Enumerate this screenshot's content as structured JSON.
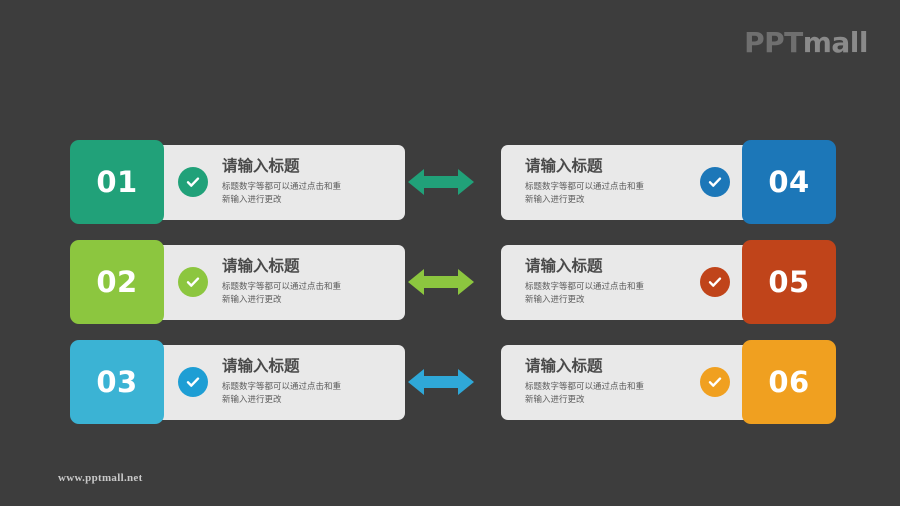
{
  "logo": {
    "text_main": "PPT",
    "text_accent": "mall"
  },
  "footer": {
    "url": "www.pptmall.net"
  },
  "common": {
    "title": "请输入标题",
    "desc_line1": "标题数字等都可以通过点击和重",
    "desc_line2": "新输入进行更改"
  },
  "colors": {
    "background": "#3d3d3d",
    "panel": "#e9e9e9",
    "green": "#21a179",
    "lightgreen": "#8cc63f",
    "blue_light": "#3bb3d4",
    "blue_dark": "#1c77b8",
    "red": "#c0441a",
    "orange": "#f0a020"
  },
  "rows": [
    {
      "left": {
        "number": "01",
        "color": "#21a179",
        "check_color": "#21a179",
        "title": "请输入标题",
        "desc_line1": "标题数字等都可以通过点击和重",
        "desc_line2": "新输入进行更改"
      },
      "arrow": {
        "color": "#21a179",
        "name": "double-arrow-green"
      },
      "right": {
        "number": "04",
        "color": "#1c77b8",
        "check_color": "#1c77b8",
        "title": "请输入标题",
        "desc_line1": "标题数字等都可以通过点击和重",
        "desc_line2": "新输入进行更改"
      }
    },
    {
      "left": {
        "number": "02",
        "color": "#8cc63f",
        "check_color": "#8cc63f",
        "title": "请输入标题",
        "desc_line1": "标题数字等都可以通过点击和重",
        "desc_line2": "新输入进行更改"
      },
      "arrow": {
        "color": "#8cc63f",
        "name": "double-arrow-lightgreen"
      },
      "right": {
        "number": "05",
        "color": "#c0441a",
        "check_color": "#c0441a",
        "title": "请输入标题",
        "desc_line1": "标题数字等都可以通过点击和重",
        "desc_line2": "新输入进行更改"
      }
    },
    {
      "left": {
        "number": "03",
        "color": "#3bb3d4",
        "check_color": "#1e9ed4",
        "title": "请输入标题",
        "desc_line1": "标题数字等都可以通过点击和重",
        "desc_line2": "新输入进行更改"
      },
      "arrow": {
        "color": "#2fa8d8",
        "name": "double-arrow-blue"
      },
      "right": {
        "number": "06",
        "color": "#f0a020",
        "check_color": "#f0a020",
        "title": "请输入标题",
        "desc_line1": "标题数字等都可以通过点击和重",
        "desc_line2": "新输入进行更改"
      }
    }
  ]
}
